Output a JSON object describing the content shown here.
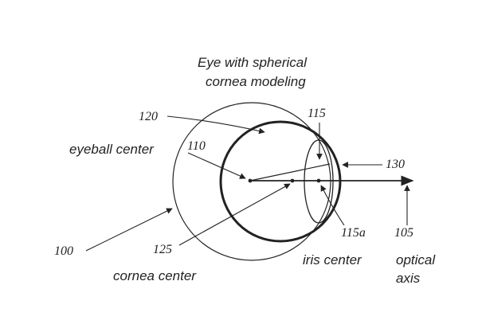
{
  "title_line1": "Eye with spherical",
  "title_line2": "cornea modeling",
  "labels": {
    "eyeball_center": "eyeball center",
    "cornea_center": "cornea center",
    "iris_center": "iris center",
    "optical_axis_line1": "optical",
    "optical_axis_line2": "axis"
  },
  "reference_numerals": {
    "eye": "100",
    "optical_axis": "105",
    "eyeball_center": "110",
    "iris": "115",
    "iris_center": "115a",
    "eyeball": "120",
    "cornea_center": "125",
    "cornea": "130"
  }
}
